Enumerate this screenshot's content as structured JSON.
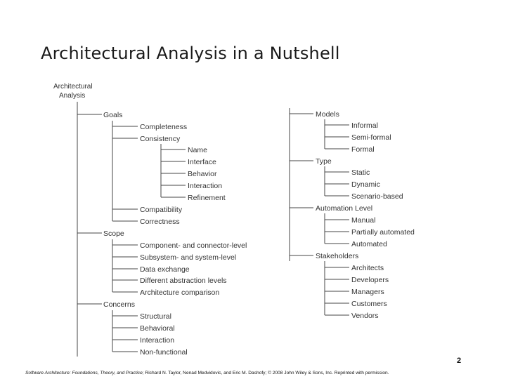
{
  "slide": {
    "title": "Architectural Analysis in a Nutshell",
    "page_number": "2",
    "citation_book": "Software Architecture: Foundations, Theory, and Practice",
    "citation_rest": "; Richard N. Taylor, Nenad Medvidovic, and Eric M. Dashofy; © 2008 John Wiley & Sons, Inc. Reprinted with permission."
  },
  "diagram": {
    "root": [
      "Architectural",
      "Analysis"
    ],
    "goals": {
      "label": "Goals",
      "completeness": "Completeness",
      "consistency": "Consistency",
      "consistency_items": [
        "Name",
        "Interface",
        "Behavior",
        "Interaction",
        "Refinement"
      ],
      "compatibility": "Compatibility",
      "correctness": "Correctness"
    },
    "scope": {
      "label": "Scope",
      "items": [
        "Component- and connector-level",
        "Subsystem- and system-level",
        "Data exchange",
        "Different abstraction levels",
        "Architecture comparison"
      ]
    },
    "concerns": {
      "label": "Concerns",
      "items": [
        "Structural",
        "Behavioral",
        "Interaction",
        "Non-functional"
      ]
    },
    "models": {
      "label": "Models",
      "items": [
        "Informal",
        "Semi-formal",
        "Formal"
      ]
    },
    "type": {
      "label": "Type",
      "items": [
        "Static",
        "Dynamic",
        "Scenario-based"
      ]
    },
    "automation": {
      "label": "Automation Level",
      "items": [
        "Manual",
        "Partially automated",
        "Automated"
      ]
    },
    "stakeholders": {
      "label": "Stakeholders",
      "items": [
        "Architects",
        "Developers",
        "Managers",
        "Customers",
        "Vendors"
      ]
    }
  }
}
